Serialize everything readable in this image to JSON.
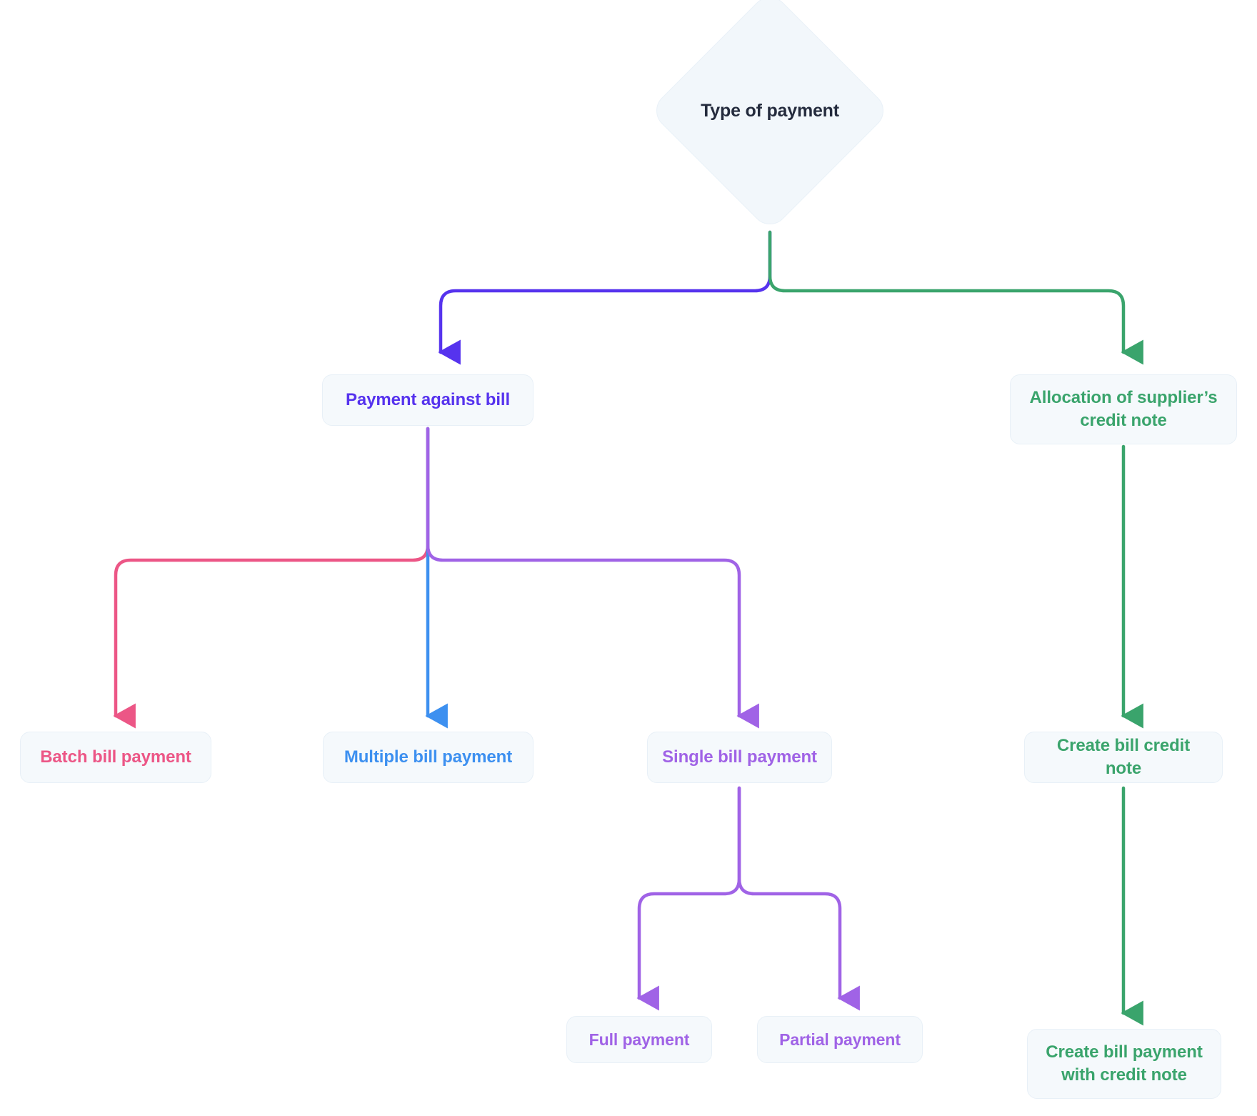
{
  "diagram": {
    "title": "Type of payment",
    "type": "flowchart",
    "background": "#ffffff",
    "node_fill": "#f5f9fc",
    "node_border": "#e8f0f7",
    "start": {
      "id": "start",
      "label": "Type of payment",
      "shape": "diamond",
      "color": "#242b3d"
    },
    "nodes": [
      {
        "id": "against",
        "label": "Payment against bill",
        "color": "#5633ee"
      },
      {
        "id": "alloc",
        "label": "Allocation of supplier’s\ncredit note",
        "color": "#3aa46c"
      },
      {
        "id": "batch",
        "label": "Batch bill payment",
        "color": "#ec5686"
      },
      {
        "id": "multiple",
        "label": "Multiple bill payment",
        "color": "#3d90f0"
      },
      {
        "id": "single",
        "label": "Single bill payment",
        "color": "#a063e6"
      },
      {
        "id": "createcn",
        "label": "Create bill credit note",
        "color": "#3aa46c"
      },
      {
        "id": "full",
        "label": "Full payment",
        "color": "#a063e6"
      },
      {
        "id": "partial",
        "label": "Partial payment",
        "color": "#a063e6"
      },
      {
        "id": "createbp",
        "label": "Create bill payment\nwith credit note",
        "color": "#3aa46c"
      }
    ],
    "edges": [
      {
        "from": "start",
        "to": "against",
        "color": "#5633ee"
      },
      {
        "from": "start",
        "to": "alloc",
        "color": "#3aa46c"
      },
      {
        "from": "against",
        "to": "batch",
        "color": "#ec5686"
      },
      {
        "from": "against",
        "to": "multiple",
        "color": "#3d90f0"
      },
      {
        "from": "against",
        "to": "single",
        "color": "#a063e6"
      },
      {
        "from": "alloc",
        "to": "createcn",
        "color": "#3aa46c"
      },
      {
        "from": "single",
        "to": "full",
        "color": "#a063e6"
      },
      {
        "from": "single",
        "to": "partial",
        "color": "#a063e6"
      },
      {
        "from": "createcn",
        "to": "createbp",
        "color": "#3aa46c"
      }
    ]
  }
}
